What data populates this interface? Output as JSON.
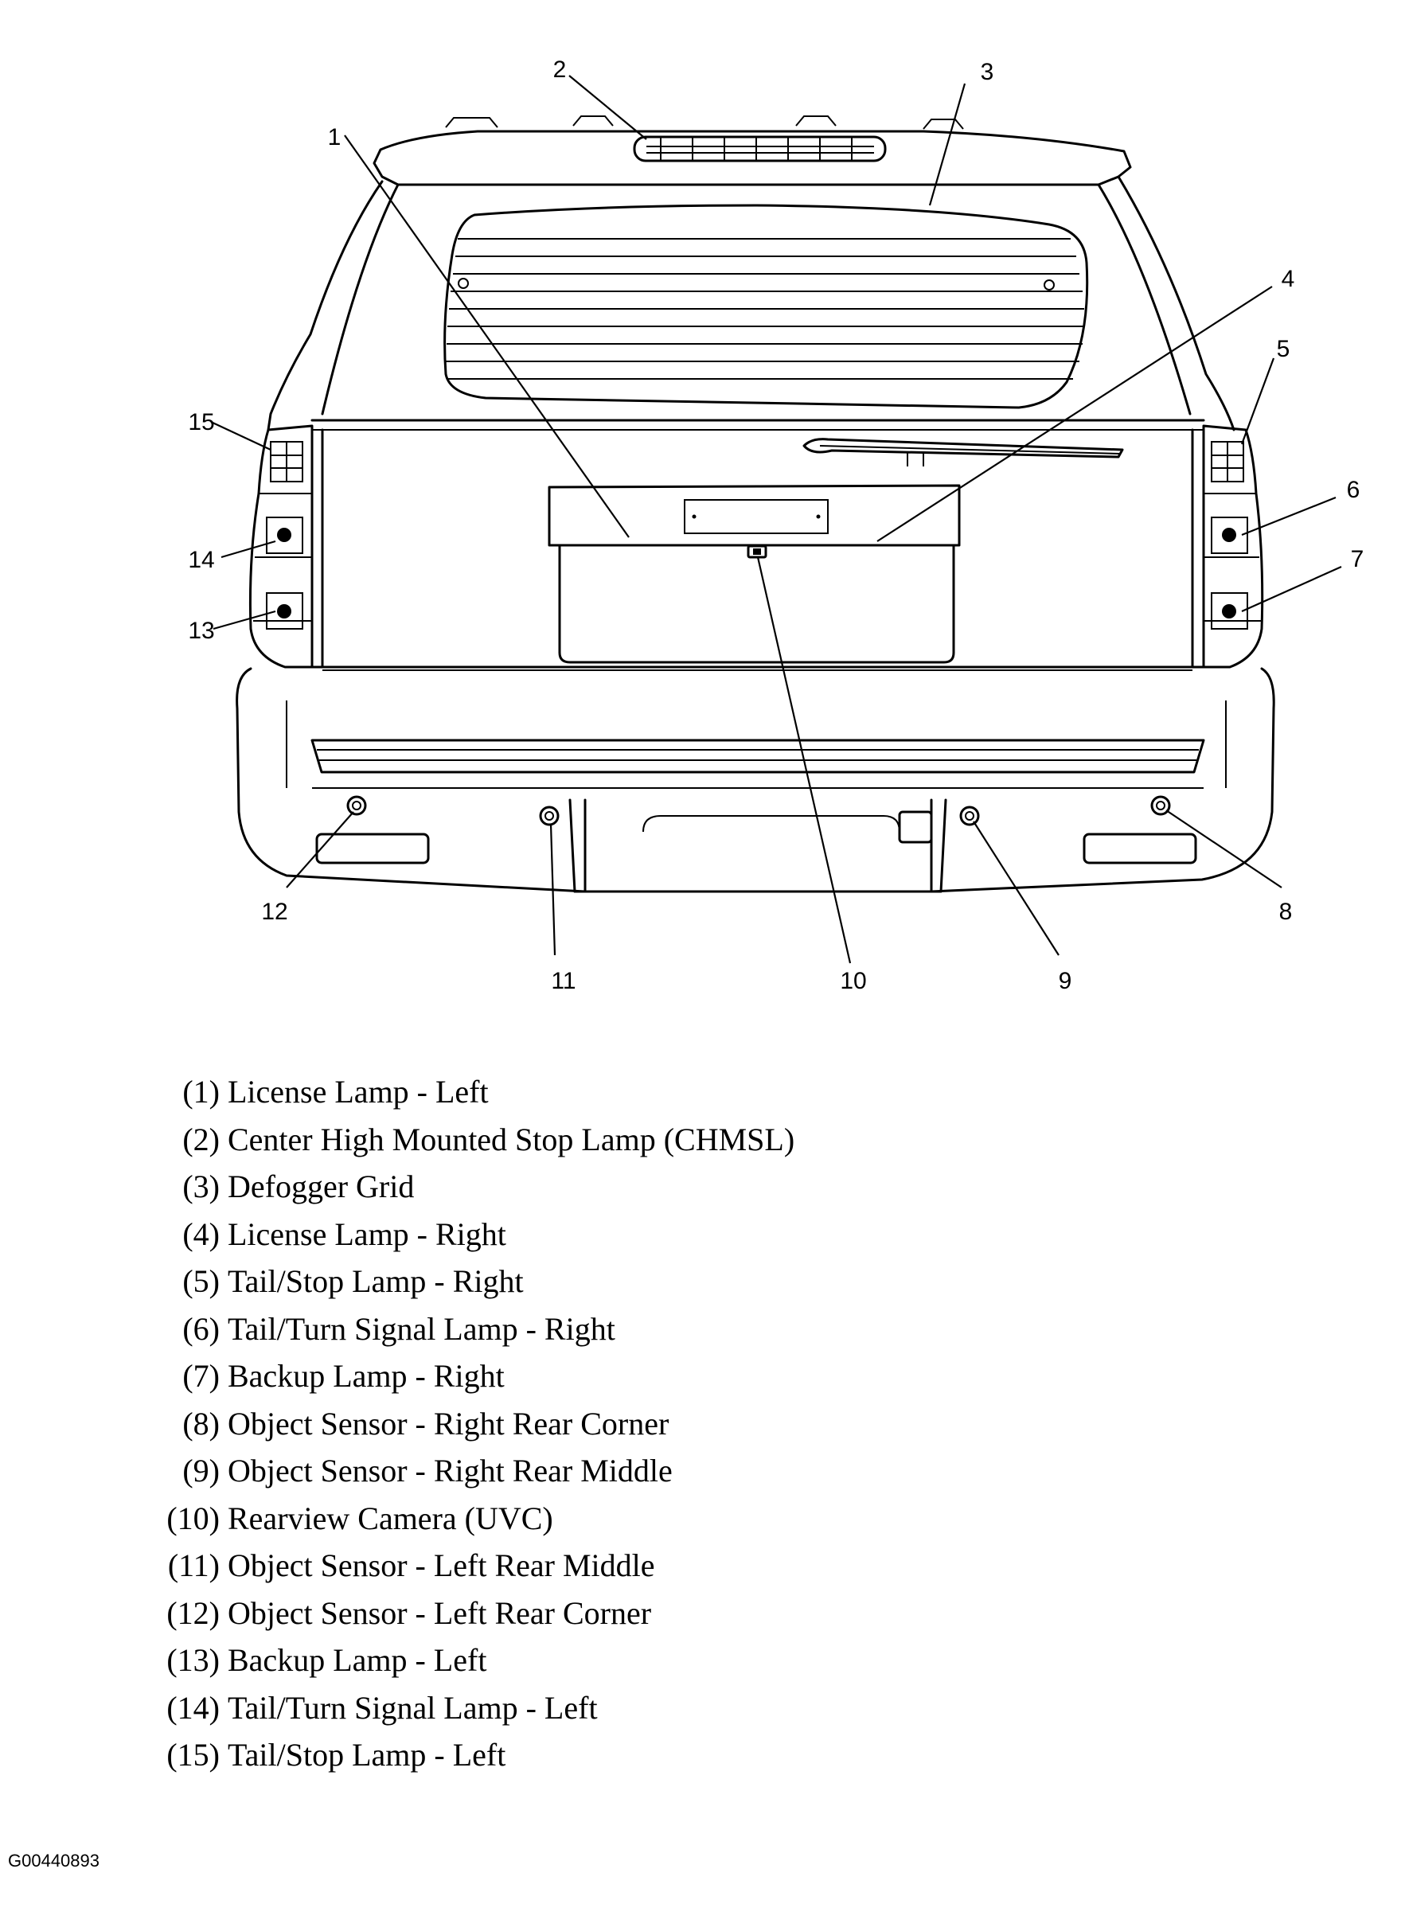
{
  "callouts": [
    {
      "num": "1",
      "label": "License Lamp - Left"
    },
    {
      "num": "2",
      "label": "Center High Mounted Stop Lamp (CHMSL)"
    },
    {
      "num": "3",
      "label": "Defogger Grid"
    },
    {
      "num": "4",
      "label": "License Lamp - Right"
    },
    {
      "num": "5",
      "label": "Tail/Stop Lamp - Right"
    },
    {
      "num": "6",
      "label": "Tail/Turn Signal Lamp - Right"
    },
    {
      "num": "7",
      "label": "Backup Lamp - Right"
    },
    {
      "num": "8",
      "label": "Object Sensor - Right Rear Corner"
    },
    {
      "num": "9",
      "label": "Object Sensor - Right Rear Middle"
    },
    {
      "num": "10",
      "label": "Rearview Camera (UVC)"
    },
    {
      "num": "11",
      "label": "Object Sensor - Left Rear Middle"
    },
    {
      "num": "12",
      "label": "Object Sensor - Left Rear Corner"
    },
    {
      "num": "13",
      "label": "Backup Lamp - Left"
    },
    {
      "num": "14",
      "label": "Tail/Turn Signal Lamp - Left"
    },
    {
      "num": "15",
      "label": "Tail/Stop Lamp - Left"
    }
  ],
  "legend_items": [
    {
      "num": "(1)",
      "label": "License Lamp - Left"
    },
    {
      "num": "(2)",
      "label": "Center High Mounted Stop Lamp (CHMSL)"
    },
    {
      "num": "(3)",
      "label": "Defogger Grid"
    },
    {
      "num": "(4)",
      "label": "License Lamp - Right"
    },
    {
      "num": "(5)",
      "label": "Tail/Stop Lamp - Right"
    },
    {
      "num": "(6)",
      "label": "Tail/Turn Signal Lamp - Right"
    },
    {
      "num": "(7)",
      "label": "Backup Lamp - Right"
    },
    {
      "num": "(8)",
      "label": "Object Sensor - Right Rear Corner"
    },
    {
      "num": "(9)",
      "label": "Object Sensor - Right Rear Middle"
    },
    {
      "num": "(10)",
      "label": "Rearview Camera (UVC)"
    },
    {
      "num": "(11)",
      "label": "Object Sensor - Left Rear Middle"
    },
    {
      "num": "(12)",
      "label": "Object Sensor - Left Rear Corner"
    },
    {
      "num": "(13)",
      "label": "Backup Lamp - Left"
    },
    {
      "num": "(14)",
      "label": "Tail/Turn Signal Lamp - Left"
    },
    {
      "num": "(15)",
      "label": "Tail/Stop Lamp - Left"
    }
  ],
  "figure_id": "G00440893",
  "colors": {
    "ink": "#000000",
    "paper": "#ffffff"
  }
}
